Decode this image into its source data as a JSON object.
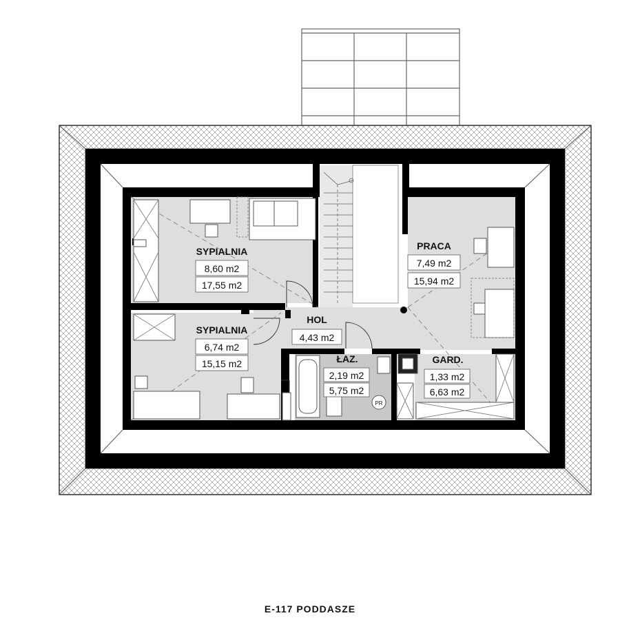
{
  "caption": "E-117 PODDASZE",
  "rooms": [
    {
      "id": "sypialnia-1",
      "name": "SYPIALNIA",
      "area_net": "8,60 m2",
      "area_total": "17,55 m2"
    },
    {
      "id": "praca",
      "name": "PRACA",
      "area_net": "7,49 m2",
      "area_total": "15,94 m2"
    },
    {
      "id": "hol",
      "name": "HOL",
      "area_net": "4,43 m2"
    },
    {
      "id": "sypialnia-2",
      "name": "SYPIALNIA",
      "area_net": "6,74 m2",
      "area_total": "15,15 m2"
    },
    {
      "id": "lazienka",
      "name": "ŁAZ.",
      "area_net": "2,19 m2",
      "area_total": "5,75 m2"
    },
    {
      "id": "garderoba",
      "name": "GARD.",
      "area_net": "1,33 m2",
      "area_total": "6,63 m2"
    }
  ],
  "fixture_labels": {
    "washing_machine": "PR"
  },
  "colors": {
    "wall": "#000000",
    "floor": "#dedede",
    "bathroom_floor": "#c8c8c8",
    "roof_hatch": "#8a8a8a"
  }
}
